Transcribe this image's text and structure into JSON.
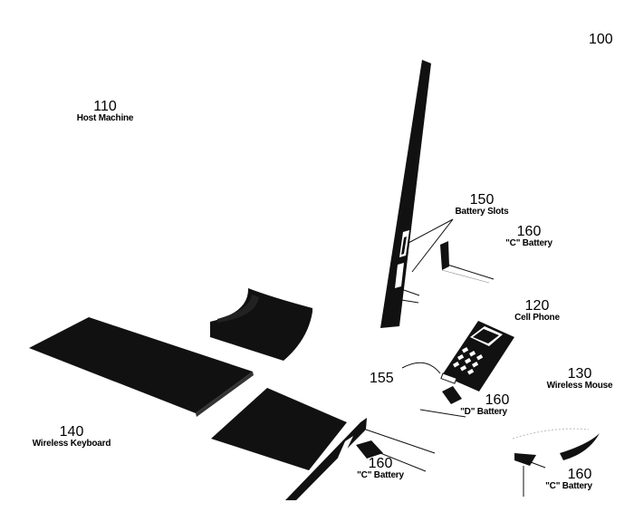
{
  "figure_number": "100",
  "labels": {
    "host": {
      "number": "110",
      "caption": "Host Machine"
    },
    "slots": {
      "number": "150",
      "caption": "Battery Slots"
    },
    "c_battery_top": {
      "number": "160",
      "caption": "\"C\" Battery"
    },
    "phone": {
      "number": "120",
      "caption": "Cell Phone"
    },
    "connector": {
      "number": "155"
    },
    "d_battery": {
      "number": "160",
      "caption": "\"D\" Battery"
    },
    "mouse": {
      "number": "130",
      "caption": "Wireless Mouse"
    },
    "keyboard": {
      "number": "140",
      "caption": "Wireless Keyboard"
    },
    "c_battery_bottom": {
      "number": "160",
      "caption": "\"C\" Battery"
    },
    "c_battery_right": {
      "number": "160",
      "caption": "\"C\" Battery"
    }
  },
  "colors": {
    "ink": "#111111",
    "paper": "#ffffff"
  }
}
